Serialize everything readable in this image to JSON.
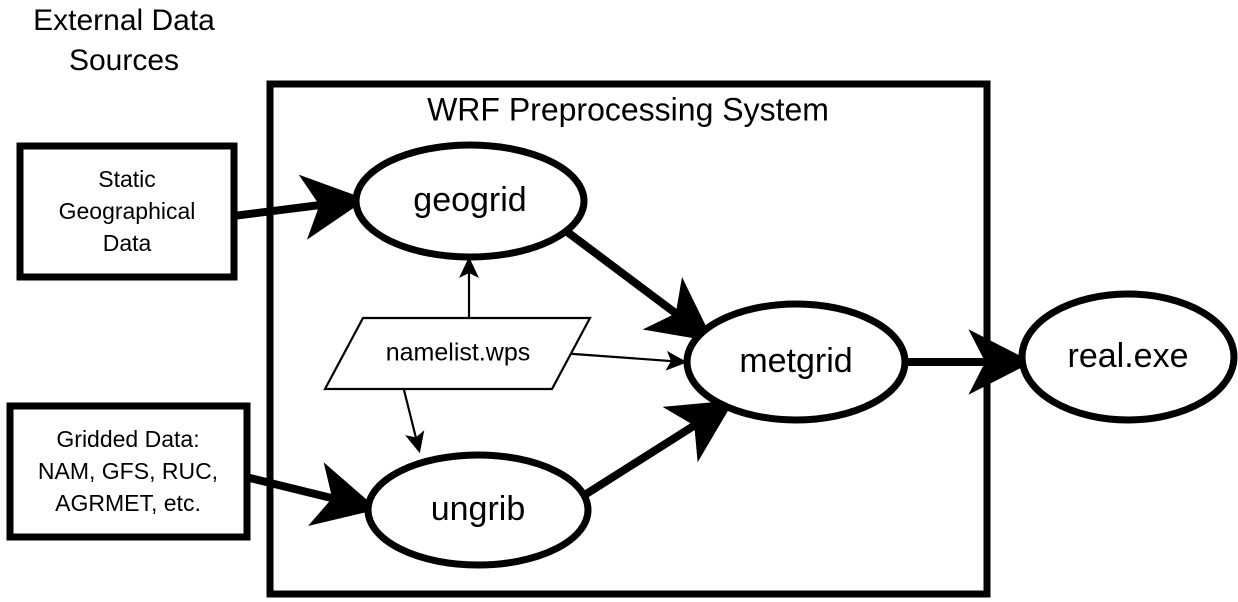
{
  "diagram": {
    "title": "WRF Preprocessing System",
    "external_sources_header": "External Data Sources",
    "external_sources_header_line1": "External Data",
    "external_sources_header_line2": "Sources",
    "nodes": {
      "static_data": {
        "line1": "Static",
        "line2": "Geographical",
        "line3": "Data",
        "shape": "rectangle"
      },
      "gridded_data": {
        "line1": "Gridded Data:",
        "line2": "NAM, GFS, RUC,",
        "line3": "AGRMET, etc.",
        "shape": "rectangle"
      },
      "geogrid": {
        "label": "geogrid",
        "shape": "ellipse"
      },
      "ungrib": {
        "label": "ungrib",
        "shape": "ellipse"
      },
      "metgrid": {
        "label": "metgrid",
        "shape": "ellipse"
      },
      "real_exe": {
        "label": "real.exe",
        "shape": "ellipse"
      },
      "namelist": {
        "label": "namelist.wps",
        "shape": "parallelogram"
      }
    },
    "edges": [
      {
        "from": "static_data",
        "to": "geogrid",
        "weight": "thick"
      },
      {
        "from": "gridded_data",
        "to": "ungrib",
        "weight": "thick"
      },
      {
        "from": "geogrid",
        "to": "metgrid",
        "weight": "thick"
      },
      {
        "from": "ungrib",
        "to": "metgrid",
        "weight": "thick"
      },
      {
        "from": "metgrid",
        "to": "real_exe",
        "weight": "thick"
      },
      {
        "from": "namelist",
        "to": "geogrid",
        "weight": "thin"
      },
      {
        "from": "namelist",
        "to": "ungrib",
        "weight": "thin"
      },
      {
        "from": "namelist",
        "to": "metgrid",
        "weight": "thin"
      }
    ],
    "colors": {
      "stroke": "#000000",
      "fill": "#ffffff",
      "background": "#ffffff"
    }
  }
}
